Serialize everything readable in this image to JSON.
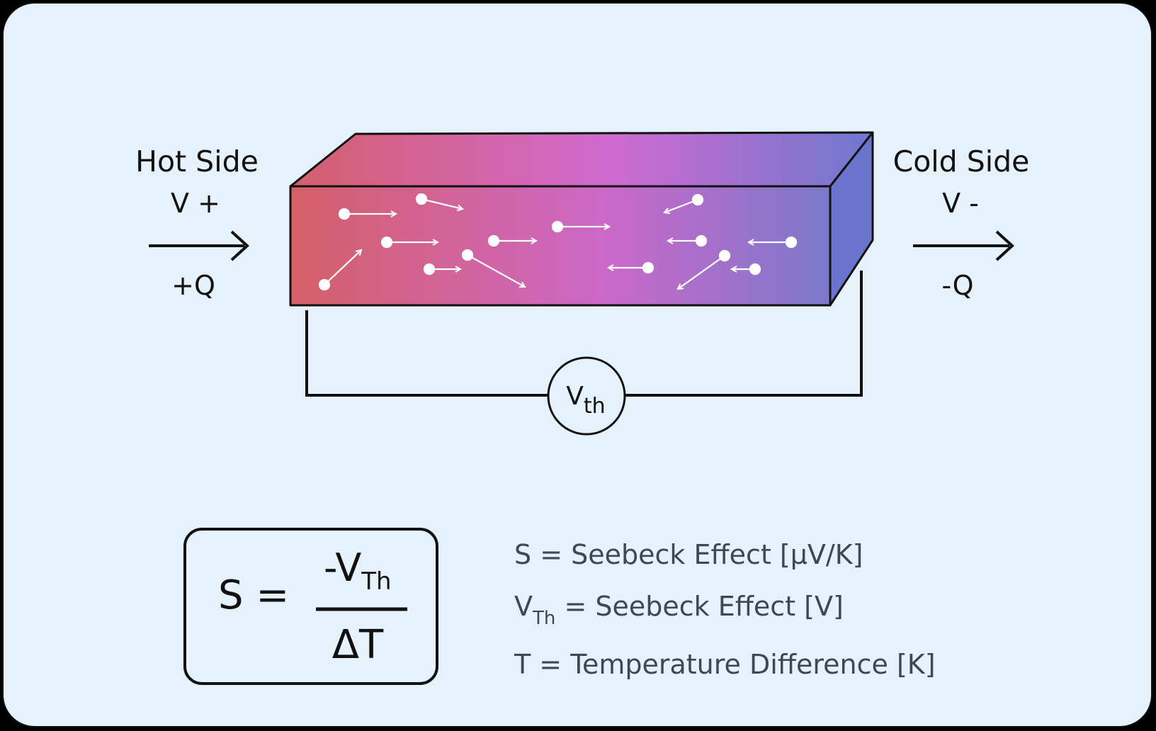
{
  "hot_side": {
    "title": "Hot Side",
    "voltage": "V +",
    "heat": "+Q"
  },
  "cold_side": {
    "title": "Cold Side",
    "voltage": "V -",
    "heat": "-Q"
  },
  "voltmeter": {
    "main": "V",
    "sub": "th"
  },
  "formula": {
    "lhs": "S =",
    "numerator_main": "-V",
    "numerator_sub": "Th",
    "denominator": "ΔT"
  },
  "definitions": [
    {
      "main": "S = Seebeck Effect [µV/K]"
    },
    {
      "main": "V",
      "sub": "Th",
      "rest": " = Seebeck Effect [V]"
    },
    {
      "main": "T = Temperature Difference [K]"
    }
  ],
  "colors": {
    "background": "#e6f2fb",
    "hot": "#d65f68",
    "middle": "#cf6acb",
    "cold": "#6b77cc",
    "electron": "#ffffff"
  }
}
